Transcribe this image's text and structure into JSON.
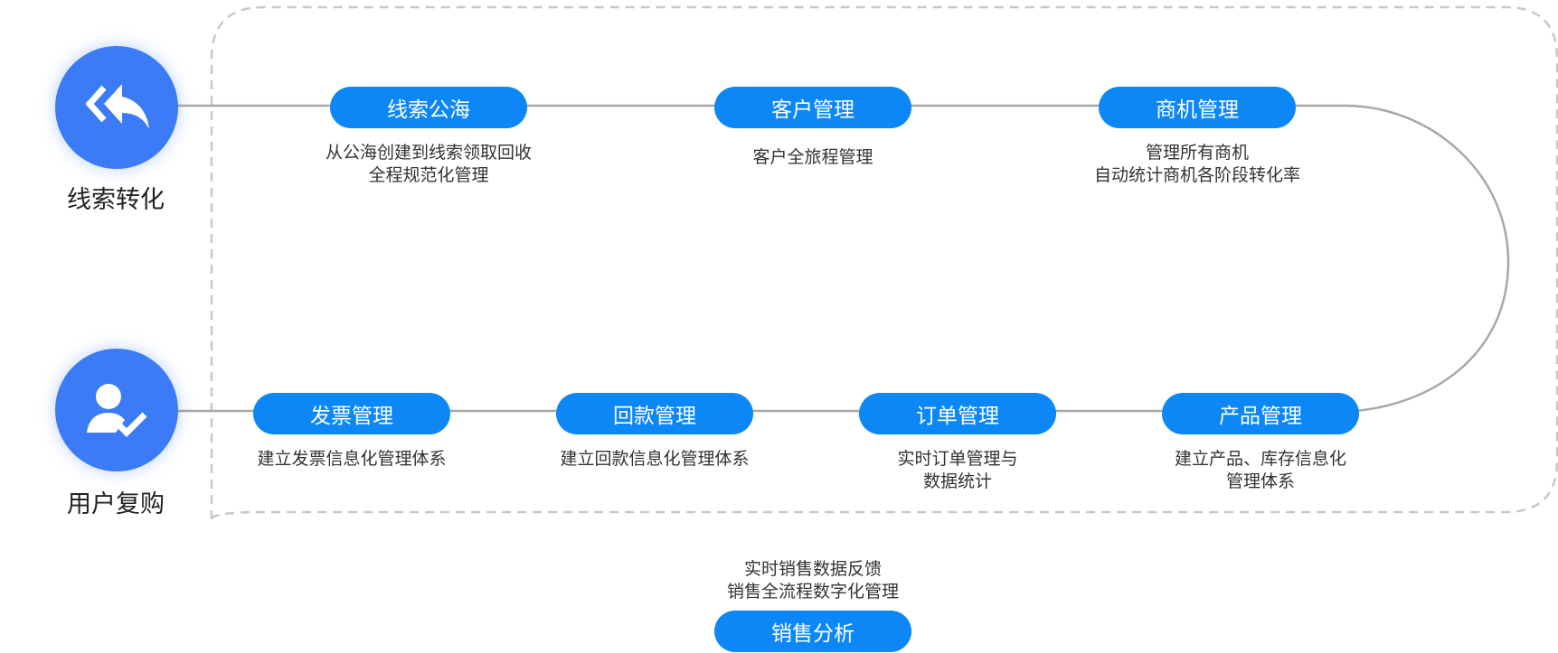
{
  "sources": {
    "leads": {
      "label": "线索转化",
      "icon": "reply-all-icon"
    },
    "repurchase": {
      "label": "用户复购",
      "icon": "user-check-icon"
    }
  },
  "stages_top": [
    {
      "title": "线索公海",
      "desc": [
        "从公海创建到线索领取回收",
        "全程规范化管理"
      ]
    },
    {
      "title": "客户管理",
      "desc": [
        "客户全旅程管理"
      ]
    },
    {
      "title": "商机管理",
      "desc": [
        "管理所有商机",
        "自动统计商机各阶段转化率"
      ]
    }
  ],
  "stages_bottom": [
    {
      "title": "发票管理",
      "desc": [
        "建立发票信息化管理体系"
      ]
    },
    {
      "title": "回款管理",
      "desc": [
        "建立回款信息化管理体系"
      ]
    },
    {
      "title": "订单管理",
      "desc": [
        "实时订单管理与",
        "数据统计"
      ]
    },
    {
      "title": "产品管理",
      "desc": [
        "建立产品、库存信息化",
        "管理体系"
      ]
    }
  ],
  "analysis": {
    "title": "销售分析",
    "desc": [
      "实时销售数据反馈",
      "销售全流程数字化管理"
    ]
  },
  "colors": {
    "primary": "#0c87f5",
    "circle": "#3b7bf5",
    "line": "#a8a8a8",
    "dash": "#c8c8c8"
  }
}
